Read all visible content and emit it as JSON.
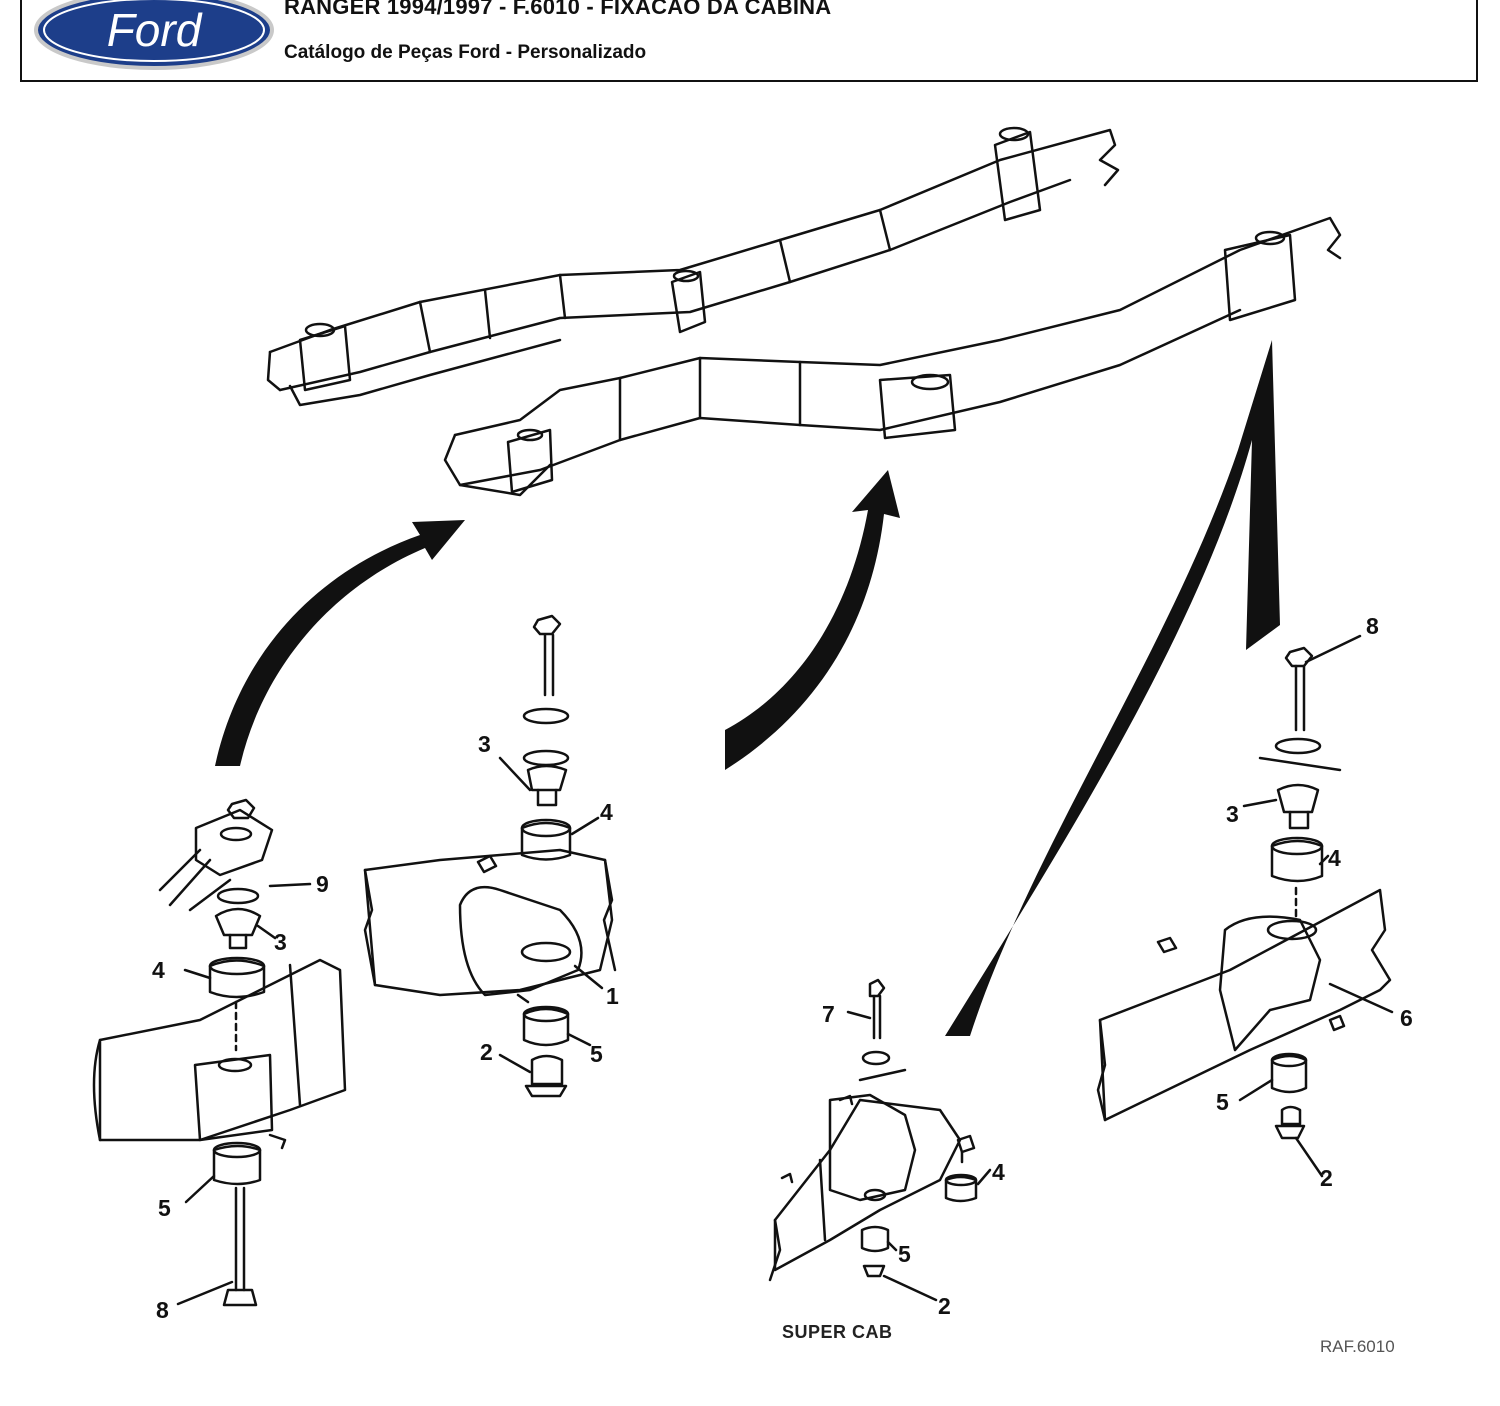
{
  "header": {
    "brand_logo_text": "Ford",
    "title": "RANGER 1994/1997 - F.6010 - FIXACAO DA CABINA",
    "subtitle": "Catálogo de Peças Ford - Personalizado"
  },
  "diagram": {
    "callouts": {
      "left_9": "9",
      "left_3": "3",
      "left_4": "4",
      "left_5": "5",
      "left_8": "8",
      "mid_3": "3",
      "mid_4": "4",
      "mid_1": "1",
      "mid_2": "2",
      "mid_5": "5",
      "sc_7": "7",
      "sc_4": "4",
      "sc_5": "5",
      "sc_2": "2",
      "right_8": "8",
      "right_3": "3",
      "right_4": "4",
      "right_6": "6",
      "right_5": "5",
      "right_2": "2"
    },
    "variant_label": "SUPER CAB",
    "figure_code": "RAF.6010"
  },
  "colors": {
    "logo_blue": "#1d3e8a",
    "line": "#111111"
  }
}
